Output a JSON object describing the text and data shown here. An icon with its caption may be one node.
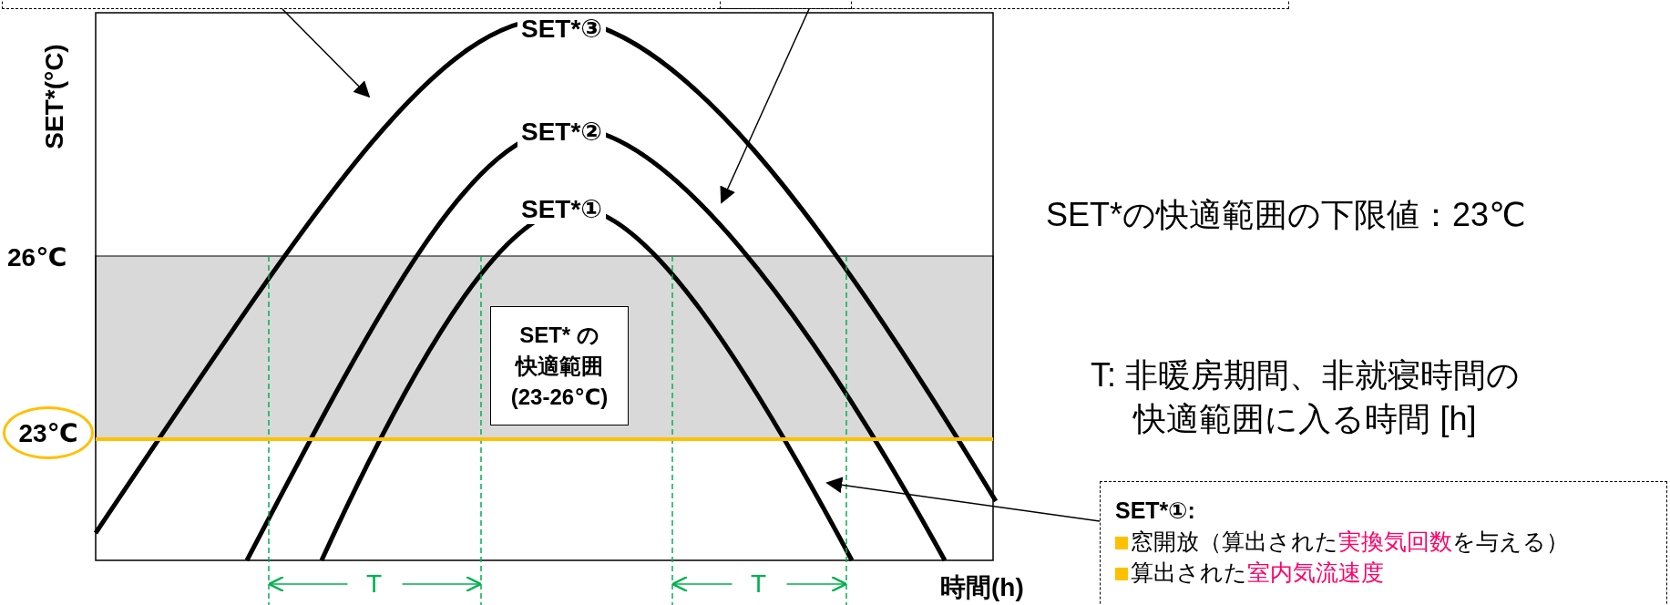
{
  "diagram": {
    "nodes": [
      {
        "text": [],
        "shape": "box"
      },
      {
        "text": [],
        "shape": "box"
      },
      {
        "text": [
          "SET* の快適範囲(23-26℃)"
        ]
      },
      {
        "text": [
          "23℃"
        ]
      },
      {
        "text": [
          "SET*①:",
          "窓開放（算出された**実換気回数**を与える）",
          "算出された**室内気流速度**"
        ]
      }
    ],
    "edges": [
      {
        "from": 0,
        "to": null,
        "arrow": "to"
      },
      {
        "from": 1,
        "to": null,
        "arrow": "to"
      },
      {
        "from": 4,
        "to": null,
        "arrow": "to"
      }
    ],
    "labels": [
      "SET*③",
      "SET*②",
      "SET*①",
      "SET*(°C)",
      "26℃",
      "SET*の快適範囲の下限値：23℃",
      "T: 非暖房期間、非就寝時間の快適範囲に入る時間 [h]",
      "T",
      "T",
      "時間(h)"
    ]
  }
}
